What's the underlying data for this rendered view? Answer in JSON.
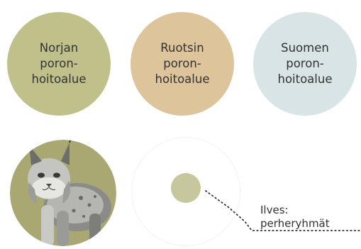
{
  "regions": [
    {
      "label": "Norjan\nporon-\nhoitoalue",
      "color": "#c0c18a"
    },
    {
      "label": "Ruotsin\nporon-\nhoitoalue",
      "color": "#ddc49a"
    },
    {
      "label": "Suomen\nporon-\nhoitoalue",
      "color": "#d8e4e6"
    }
  ],
  "lynx": {
    "disc_color": "#a9a872"
  },
  "legend": {
    "label": "Ilves:\nperheryhmät",
    "marker_color": "#c6c79c"
  }
}
